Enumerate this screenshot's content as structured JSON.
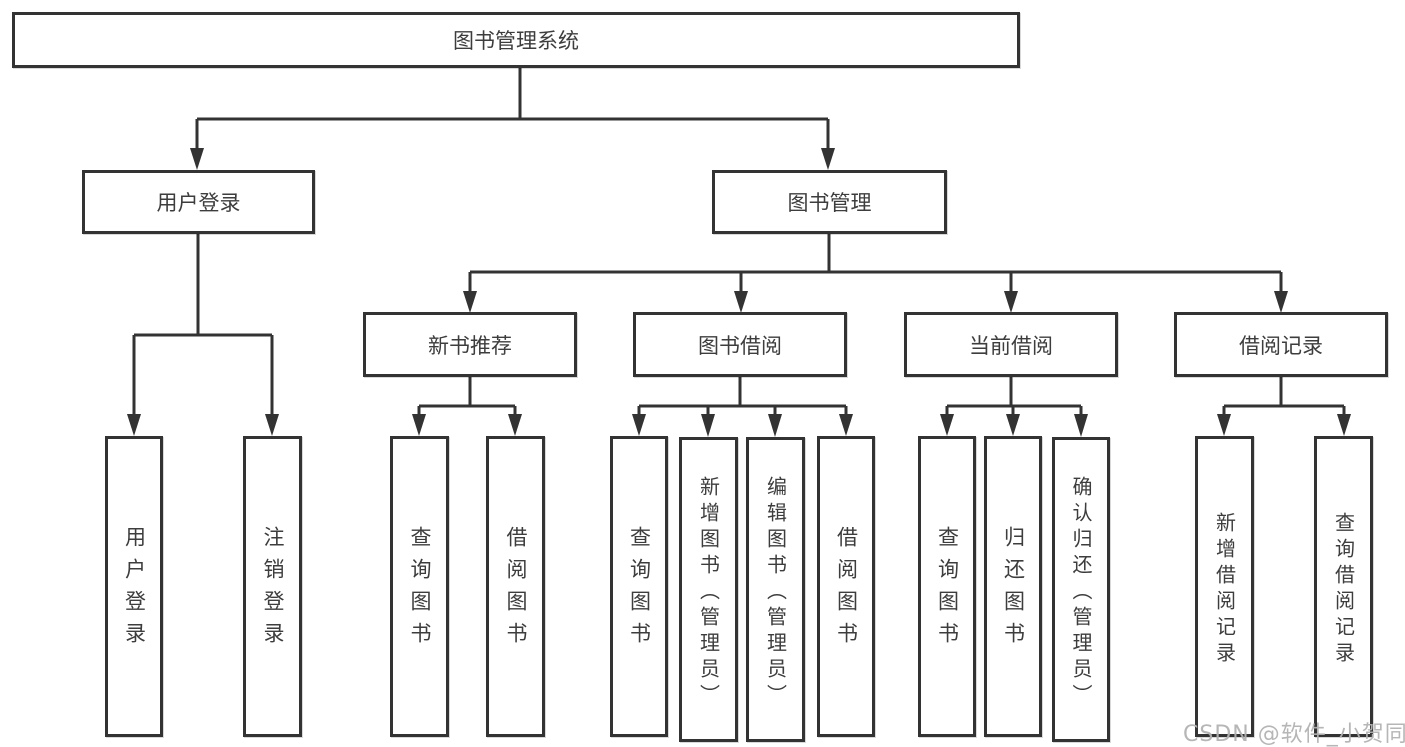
{
  "diagram_type": "hierarchy-tree",
  "colors": {
    "line": "#333333",
    "box_border": "#333333",
    "text": "#3d3d3d",
    "background": "#ffffff",
    "watermark": "#b2b2b2"
  },
  "tree": {
    "label": "图书管理系统",
    "children": [
      {
        "label": "用户登录",
        "children": [
          {
            "label": "用户登录"
          },
          {
            "label": "注销登录"
          }
        ]
      },
      {
        "label": "图书管理",
        "children": [
          {
            "label": "新书推荐",
            "children": [
              {
                "label": "查询图书"
              },
              {
                "label": "借阅图书"
              }
            ]
          },
          {
            "label": "图书借阅",
            "children": [
              {
                "label": "查询图书"
              },
              {
                "label": "新增图书（管理员）"
              },
              {
                "label": "编辑图书（管理员）"
              },
              {
                "label": "借阅图书"
              }
            ]
          },
          {
            "label": "当前借阅",
            "children": [
              {
                "label": "查询图书"
              },
              {
                "label": "归还图书"
              },
              {
                "label": "确认归还（管理员）"
              }
            ]
          },
          {
            "label": "借阅记录",
            "children": [
              {
                "label": "新增借阅记录"
              },
              {
                "label": "查询借阅记录"
              }
            ]
          }
        ]
      }
    ]
  },
  "watermark": "CSDN @软件_小贺同学"
}
